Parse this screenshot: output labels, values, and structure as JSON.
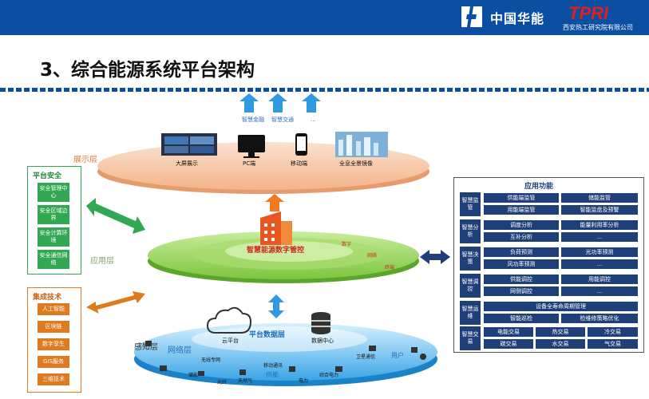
{
  "header": {
    "company": "中国华能",
    "brand": "TPRI",
    "brand_sub": "西安热工研究院有限公司"
  },
  "title": "3、综合能源系统平台架构",
  "top_layer": {
    "arrows": [
      "智慧金融",
      "智慧交通",
      "..."
    ],
    "label": "展示层",
    "items": [
      "大屏展示",
      "PC端",
      "移动端",
      "全息全景镜像"
    ]
  },
  "middle_layer": {
    "label": "应用层",
    "center": "智慧能源数字管控",
    "ring1": "数字",
    "ring2": "网络",
    "ring3": "终端"
  },
  "bottom_layer": {
    "label": "感知层",
    "network": "网络层",
    "platform": "平台数据层",
    "cloud": "云平台",
    "datacenter": "数据中心",
    "labels": [
      "无线专网",
      "移动通讯",
      "卫星通信",
      "用户",
      "光纤",
      "供能",
      "电力",
      "天然气",
      "储能",
      "综合电力"
    ]
  },
  "left_top": {
    "title": "平台安全",
    "items": [
      "安全管理中心",
      "安全区域边界",
      "安全计算环境",
      "安全通信网络"
    ]
  },
  "left_bottom": {
    "title": "集成技术",
    "items": [
      "人工智能",
      "区块链",
      "数字孪生",
      "GIS服务",
      "三维技术"
    ]
  },
  "right_panel": {
    "title": "应用功能",
    "rows": [
      {
        "cat": "智慧监管",
        "cells": [
          "供能端监管",
          "储能监管",
          "用能端监管",
          "智能监盘及预警"
        ]
      },
      {
        "cat": "智慧分析",
        "cells": [
          "调度分析",
          "能量利用率分析",
          "互补分析",
          "..."
        ]
      },
      {
        "cat": "智慧决策",
        "cells": [
          "负荷预测",
          "光功率预测",
          "风功率预测",
          "..."
        ]
      },
      {
        "cat": "智慧调控",
        "cells": [
          "供能调控",
          "用能调控",
          "网侧调控",
          "..."
        ]
      },
      {
        "cat": "智慧运维",
        "cells": [
          "设备全寿命周期管理",
          "智能巡检",
          "检维修策略优化"
        ]
      },
      {
        "cat": "智慧交易",
        "cells": [
          "电能交易",
          "热交易",
          "冷交易",
          "碳交易",
          "水交易",
          "气交易"
        ]
      }
    ]
  },
  "colors": {
    "header": "#0b4ea2",
    "green": "#33a852",
    "orange": "#e07a1f",
    "navy": "#1f3f78",
    "arrow_blue": "#2f9ae0"
  }
}
